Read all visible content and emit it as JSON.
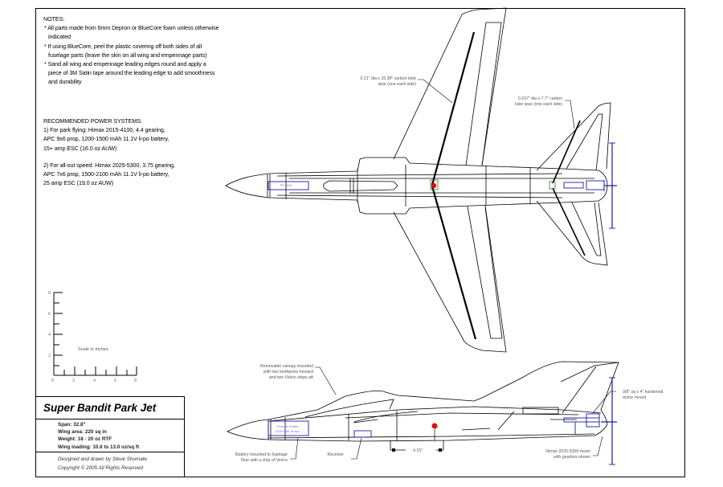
{
  "notes": {
    "title": "NOTES:",
    "items": [
      "* All parts made from 6mm Depron or BlueCore foam unless otherwise indicated",
      "* If using BlueCore, peel the plastic covering off both sides of all fuselage parts (leave the skin on all wing and empennage parts)",
      "* Sand all wing and empennage leading edges round and apply a piece of 3M Satin tape around the leading edge to add smoothness and durability"
    ]
  },
  "power": {
    "title": "RECOMMENDED POWER SYSTEMS:",
    "option1": [
      "1) For park flying:  Himax 2015-4100, 4.4 gearing,",
      "APC 9x6 prop, 1200-1500 mAh 11.1V li-po battery,",
      "15+ amp ESC  (16.0 oz AUW)"
    ],
    "option2": [
      "2) For all-out speed:  Himax 2025-5300, 3.75 gearing,",
      "APC 7x6 prop, 1500-2100 mAh 11.1V li-po battery,",
      "25 amp ESC  (19.0 oz AUW)"
    ]
  },
  "scale": {
    "label": "Scale in inches",
    "y_ticks": [
      "8",
      "6",
      "4",
      "2"
    ],
    "x_ticks": [
      "0",
      "2",
      "4",
      "6",
      "8"
    ]
  },
  "title_block": {
    "name": "Super Bandit Park Jet",
    "specs": [
      "Span:  32.8\"",
      "Wing area:  220 sq in",
      "Weight:  18 - 20 oz RTF",
      "Wing loading:  10.6 to 13.0 oz/sq ft"
    ],
    "designer": "Designed and drawn by Steve Shumate",
    "copyright": "Copyright © 2005    All Rights Reserved"
  },
  "top_view": {
    "wing_spar_label": [
      "0.21\" dia x 15.38\" carbon tube",
      "spar (one each side)"
    ],
    "tail_spar_label": [
      "0.157\" dia x 7.7\" carbon",
      "tube spar (one each side)"
    ],
    "motor_label": "TP 2100"
  },
  "side_view": {
    "canopy_label": [
      "Removable canopy mounted",
      "with two toothpicks forward",
      "and two Velcro strips aft"
    ],
    "battery_label": [
      "Battery mounted to fuselage",
      "floor with a strip of Velcro"
    ],
    "battery_box": [
      "Thunder Power",
      "2100 mAh 3s lipo"
    ],
    "receiver_label": "Receiver",
    "dimension_label": "4.15\"",
    "motor_mount_label": [
      "3/8\" sq x 4\" hardwood",
      "motor mount"
    ],
    "motor_label": [
      "Himax 2025-5300 motor",
      "with gearbox shown"
    ]
  },
  "colors": {
    "line": "#000000",
    "component": "#1a1aa0",
    "cg_marker": "#e01010",
    "cg_box": "#2a7a2a",
    "label_text": "#555555"
  }
}
